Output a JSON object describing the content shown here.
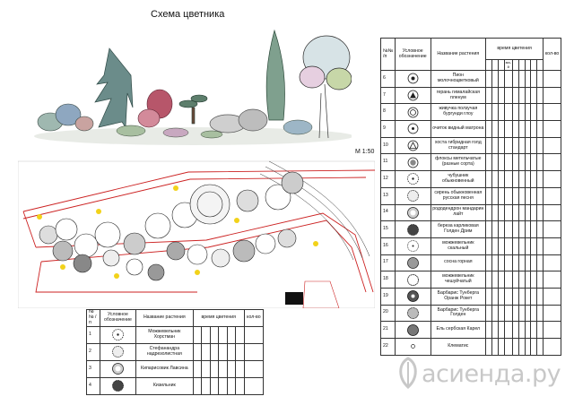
{
  "title": "Схема цветника",
  "scale": "М 1:50",
  "right_table": {
    "headers": {
      "num": "№№ /п",
      "symbol": "Условное обозначение",
      "name": "Название растения",
      "bloom": "время цветения",
      "qty": "кол-во"
    },
    "month_marks": [
      "",
      "",
      "",
      "ма-й",
      "",
      "",
      "",
      "",
      ""
    ],
    "rows": [
      {
        "num": "6",
        "name": "Пион молочноцветковый",
        "icon": "peony-symbol-icon"
      },
      {
        "num": "7",
        "name": "герань гималайская пленум",
        "icon": "geranium-symbol-icon"
      },
      {
        "num": "8",
        "name": "живучка ползучая бургунди глоу",
        "icon": "ajuga-symbol-icon"
      },
      {
        "num": "9",
        "name": "очиток видный матрона",
        "icon": "sedum-symbol-icon"
      },
      {
        "num": "10",
        "name": "хоста гибридная голд стандарт",
        "icon": "hosta-symbol-icon"
      },
      {
        "num": "11",
        "name": "флоксы метельчатые (разные сорта)",
        "icon": "phlox-symbol-icon"
      },
      {
        "num": "12",
        "name": "чубушник обыкновенный",
        "icon": "mock-orange-symbol-icon"
      },
      {
        "num": "13",
        "name": "сирень обыкновенная русская песня",
        "icon": "lilac-symbol-icon"
      },
      {
        "num": "14",
        "name": "рододендрон мандарин лайт",
        "icon": "rhododendron-symbol-icon"
      },
      {
        "num": "15",
        "name": "береза карликовая Голден Дрим",
        "icon": "birch-symbol-icon"
      },
      {
        "num": "16",
        "name": "можжевельник скальный",
        "icon": "rocky-juniper-symbol-icon"
      },
      {
        "num": "17",
        "name": "сосна горная",
        "icon": "mountain-pine-symbol-icon"
      },
      {
        "num": "18",
        "name": "можжевельник чешуйчатый",
        "icon": "scaly-juniper-symbol-icon"
      },
      {
        "num": "19",
        "name": "Барбарис Тунберга Оранж Рокет",
        "icon": "barberry-orange-symbol-icon"
      },
      {
        "num": "20",
        "name": "Барбарис Тунберга Голден",
        "icon": "barberry-golden-symbol-icon"
      },
      {
        "num": "21",
        "name": "Ель сербская Карел",
        "icon": "serbian-spruce-symbol-icon"
      },
      {
        "num": "22",
        "name": "Клематис",
        "icon": "clematis-symbol-icon"
      }
    ]
  },
  "bottom_table": {
    "headers": {
      "num": "№№ /п",
      "symbol": "Условное обозначение",
      "name": "Название растения",
      "bloom": "время цветения",
      "qty": "кол-во"
    },
    "rows": [
      {
        "num": "1",
        "name": "Можжевельник Хорстман",
        "icon": "horstmann-juniper-symbol-icon"
      },
      {
        "num": "2",
        "name": "Стефанандра надрезолистная",
        "icon": "stephanandra-symbol-icon"
      },
      {
        "num": "3",
        "name": "Кипарисовик Лавсина",
        "icon": "cypress-symbol-icon"
      },
      {
        "num": "4",
        "name": "Кизильник",
        "icon": "cotoneaster-symbol-icon"
      }
    ]
  },
  "watermark": "асиенда.ру",
  "colors": {
    "border": "#cc2222",
    "accent_yellow": "#f2d21a",
    "ink": "#111111",
    "watermark": "#c8c8c8"
  }
}
